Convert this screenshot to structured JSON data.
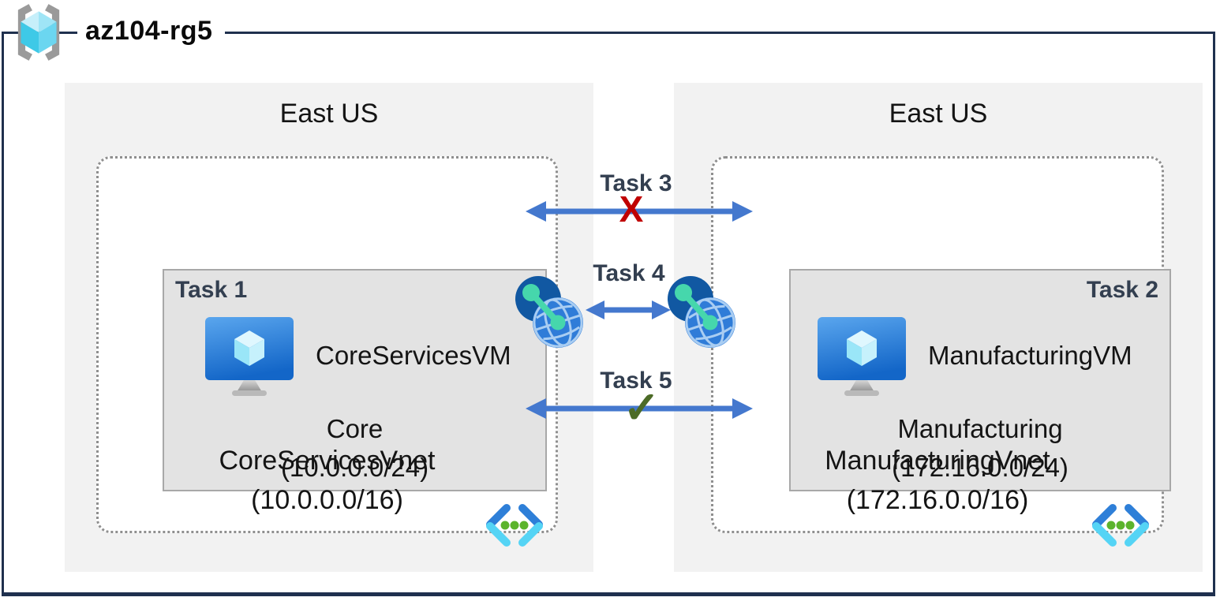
{
  "header": {
    "title": "az104-rg5",
    "icon": "resource-group-icon"
  },
  "regions": [
    {
      "name": "East US",
      "vnet": {
        "name": "CoreServicesVnet",
        "cidr": "(10.0.0.0/16)",
        "icon": "virtual-network-icon"
      },
      "subnet": {
        "task_label": "Task 1",
        "vm_icon": "virtual-machine-icon",
        "vm_name": "CoreServicesVM",
        "name": "Core",
        "cidr": "(10.0.0.0/24)"
      }
    },
    {
      "name": "East US",
      "vnet": {
        "name": "ManufacturingVnet",
        "cidr": "(172.16.0.0/16)",
        "icon": "virtual-network-icon"
      },
      "subnet": {
        "task_label": "Task 2",
        "vm_icon": "virtual-machine-icon",
        "vm_name": "ManufacturingVM",
        "name": "Manufacturing",
        "cidr": "(172.16.0.0/24)"
      }
    }
  ],
  "connections": [
    {
      "label": "Task 3",
      "marker": "X",
      "style": "double-arrow"
    },
    {
      "label": "Task 4",
      "marker": "",
      "style": "double-arrow",
      "icons": [
        "network-peering-icon",
        "network-peering-icon"
      ]
    },
    {
      "label": "Task 5",
      "marker": "✓",
      "style": "double-arrow"
    }
  ],
  "colors": {
    "frame": "#1F304E",
    "region_bg": "#F2F2F2",
    "subnet_bg": "#E3E3E3",
    "subnet_border": "#A8A8A8",
    "vnet_border": "#8F8F8F",
    "arrow": "#4478CE",
    "task_text": "#333F50",
    "x_red": "#C00000",
    "check_green": "#4C6B27"
  }
}
